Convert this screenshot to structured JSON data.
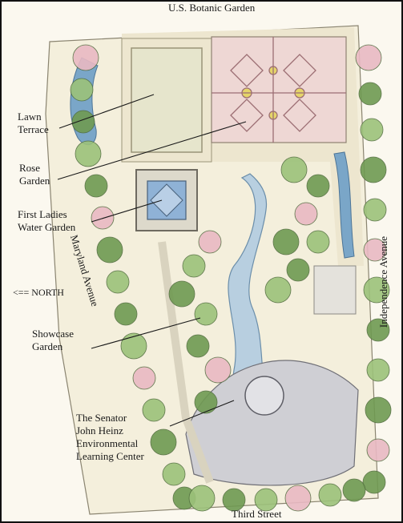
{
  "streets": {
    "top": "U.S. Botanic Garden",
    "right": "Independence Avenue",
    "left": "Maryland Avenue",
    "bottom": "Third Street"
  },
  "north_indicator": "<== NORTH",
  "labels": [
    {
      "key": "lawn",
      "lines": [
        "Lawn",
        "Terrace"
      ]
    },
    {
      "key": "rose",
      "lines": [
        "Rose",
        "Garden"
      ]
    },
    {
      "key": "water",
      "lines": [
        "First Ladies",
        "Water Garden"
      ]
    },
    {
      "key": "showcase",
      "lines": [
        "Showcase",
        "Garden"
      ]
    },
    {
      "key": "heinz",
      "lines": [
        "The Senator",
        "John Heinz",
        "Environmental",
        "Learning Center"
      ]
    }
  ],
  "colors": {
    "tree": "#9cc27a",
    "tree_dark": "#6f9a52",
    "blossom": "#e9b9c3",
    "lawn": "#e8e6cf",
    "water": "#6fa3c9",
    "path": "#d9d3bf",
    "stone": "#c9c6be",
    "rose_bed": "#e7c3c6",
    "leader": "#1a1a1a"
  }
}
